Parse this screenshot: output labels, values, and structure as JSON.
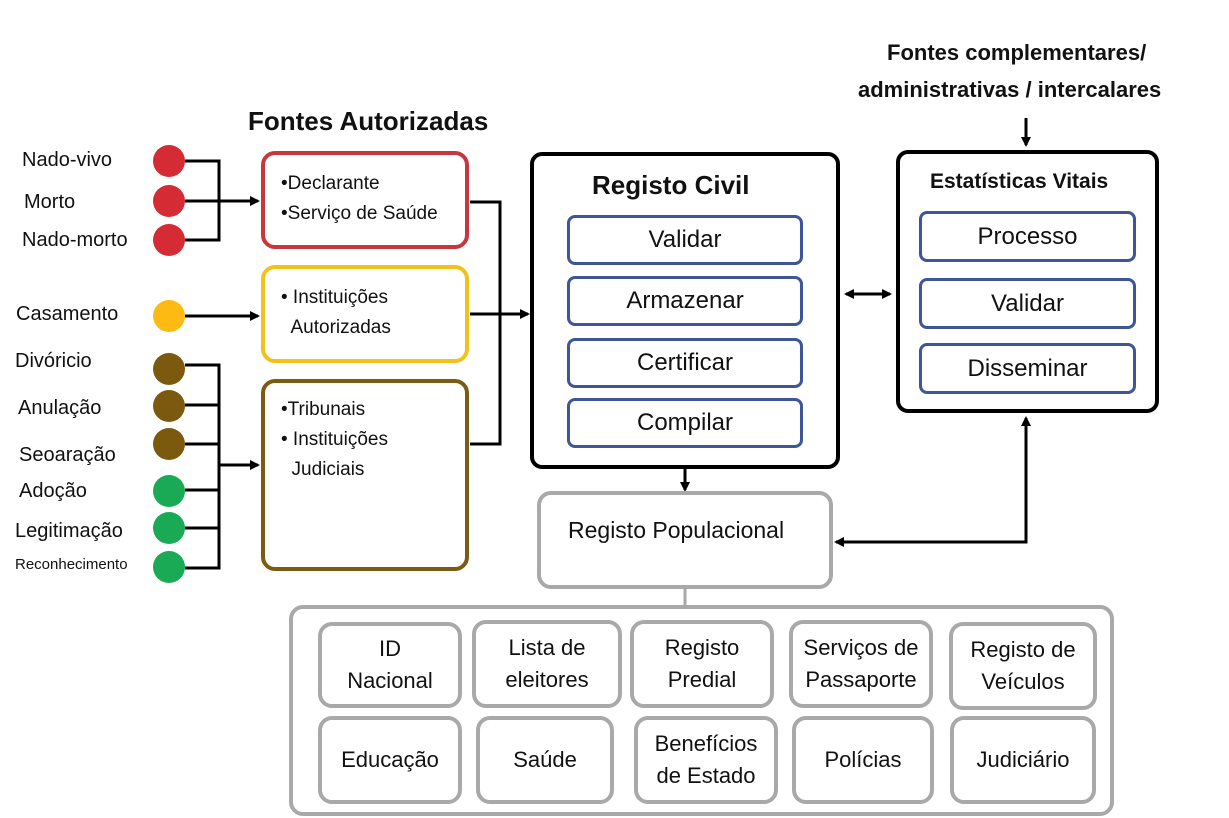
{
  "colors": {
    "birth_death": "#d42b34",
    "marriage": "#fdba12",
    "divorce": "#7b5a0f",
    "adoption": "#1aaa55",
    "step_border": "#3e5697",
    "gray_border": "#a9a9a9",
    "box_red": "#c8363e",
    "box_yellow": "#f2c21a",
    "box_brown": "#7b5a13"
  },
  "events": [
    {
      "label": "Nado-vivo",
      "color": "birth_death"
    },
    {
      "label": "Morto",
      "color": "birth_death"
    },
    {
      "label": "Nado-morto",
      "color": "birth_death"
    },
    {
      "label": "Casamento",
      "color": "marriage"
    },
    {
      "label": "Divóricio",
      "color": "divorce"
    },
    {
      "label": "Anulação",
      "color": "divorce"
    },
    {
      "label": "Seoaração",
      "color": "divorce"
    },
    {
      "label": "Adoção",
      "color": "adoption"
    },
    {
      "label": "Legitimação",
      "color": "adoption"
    },
    {
      "label": "Reconhecimento",
      "color": "adoption"
    }
  ],
  "authorized_sources": {
    "title": "Fontes Autorizadas",
    "boxes": [
      {
        "lines": [
          "•Declarante",
          "•Serviço de Saúde"
        ]
      },
      {
        "lines": [
          "• Instituições",
          "  Autorizadas"
        ]
      },
      {
        "lines": [
          "•Tribunais",
          "• Instituições",
          "  Judiciais"
        ]
      }
    ]
  },
  "civil_registry": {
    "title": "Registo Civil",
    "steps": [
      "Validar",
      "Armazenar",
      "Certificar",
      "Compilar"
    ]
  },
  "vital_statistics": {
    "title": "Estatísticas Vitais",
    "steps": [
      "Processo",
      "Validar",
      "Disseminar"
    ]
  },
  "complementary_sources": {
    "line1": "Fontes complementares/",
    "line2": "administrativas / intercalares"
  },
  "population_registry": {
    "title": "Registo Populacional"
  },
  "services": [
    "ID\nNacional",
    "Lista de\neleitores",
    "Registo\nPredial",
    "Serviços de\nPassaporte",
    "Registo de\nVeículos",
    "Educação",
    "Saúde",
    "Benefícios\nde Estado",
    "Polícias",
    "Judiciário"
  ]
}
